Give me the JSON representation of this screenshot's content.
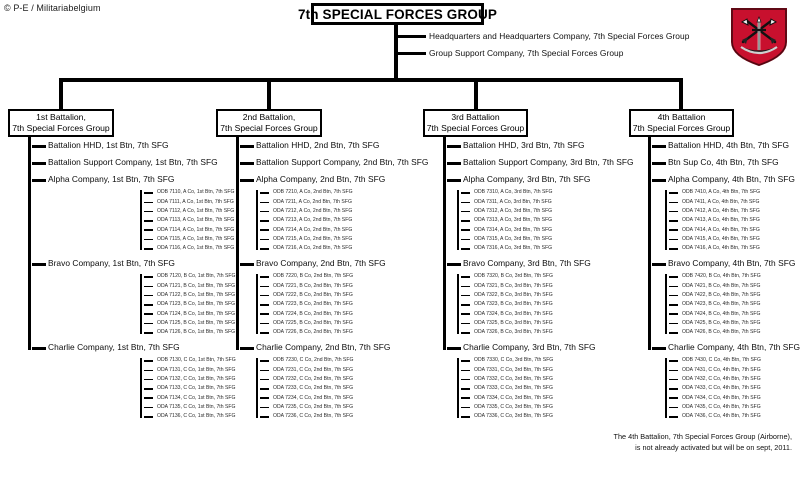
{
  "meta": {
    "copyright": "© P-E / Militariabelgium",
    "footnote_line1": "The 4th Battalion, 7th Special Forces Group (Airborne),",
    "footnote_line2": "is not already activated but will be on sept, 2011."
  },
  "colors": {
    "flash_red": "#C8102E",
    "flash_dark": "#8B0A1E",
    "line": "#000000",
    "text": "#0d0d0d"
  },
  "root": {
    "title": "7th SPECIAL FORCES GROUP",
    "direct_reports": [
      "Headquarters and Headquarters Company,  7th Special Forces Group",
      "Group Support Company,  7th Special Forces Group"
    ]
  },
  "insignia": {
    "name": "7th-sfg-beret-flash",
    "description": "Special Forces crest: crossed arrows, upright dagger and motto scroll on red shield"
  },
  "battalions": [
    {
      "id": "1st-battalion",
      "box_line1": "1st Battalion,",
      "box_line2": "7th Special Forces Group",
      "staff": [
        "Battalion HHD, 1st Btn, 7th SFG",
        "Battalion  Support Company, 1st Btn, 7th SFG"
      ],
      "companies": [
        {
          "name": "Alpha Company, 1st Btn, 7th SFG",
          "teams": [
            "ODB 7110, A Co, 1st Btn, 7th SFG",
            "ODA 7111, A Co, 1st Btn, 7th SFG",
            "ODA 7112, A Co, 1st Btn, 7th SFG",
            "ODA 7113, A Co, 1st Btn, 7th SFG",
            "ODA 7114, A Co, 1st Btn, 7th SFG",
            "ODA 7115, A Co, 1st Btn, 7th SFG",
            "ODA 7116, A Co, 1st Btn, 7th SFG"
          ]
        },
        {
          "name": "Bravo Company, 1st Btn, 7th SFG",
          "teams": [
            "ODB 7120, B Co, 1st Btn, 7th SFG",
            "ODA 7121, B Co, 1st Btn, 7th SFG",
            "ODA 7122, B Co, 1st Btn, 7th SFG",
            "ODA 7123, B Co, 1st Btn, 7th SFG",
            "ODA 7124, B Co, 1st Btn, 7th SFG",
            "ODA 7125, B Co, 1st Btn, 7th SFG",
            "ODA 7126, B Co, 1st Btn, 7th SFG"
          ]
        },
        {
          "name": "Charlie Company, 1st Btn, 7th SFG",
          "teams": [
            "ODB 7130, C Co, 1st Btn, 7th SFG",
            "ODA 7131, C Co, 1st Btn, 7th SFG",
            "ODA 7132, C Co, 1st Btn, 7th SFG",
            "ODA 7133, C Co, 1st Btn, 7th SFG",
            "ODA 7134, C Co, 1st Btn, 7th SFG",
            "ODA 7135, C Co, 1st Btn, 7th SFG",
            "ODA 7136, C Co, 1st Btn, 7th SFG"
          ]
        }
      ]
    },
    {
      "id": "2nd-battalion",
      "box_line1": "2nd Battalion,",
      "box_line2": "7th Special Forces Group",
      "staff": [
        "Battalion HHD, 2nd Btn, 7th SFG",
        "Battalion  Support Company, 2nd Btn, 7th SFG"
      ],
      "companies": [
        {
          "name": "Alpha Company, 2nd Btn, 7th SFG",
          "teams": [
            "ODB 7210, A Co, 2nd Btn, 7th SFG",
            "ODA 7211, A Co, 2nd Btn, 7th SFG",
            "ODA 7212, A Co, 2nd Btn, 7th SFG",
            "ODA 7213, A Co, 2nd Btn, 7th SFG",
            "ODA 7214, A Co, 2nd Btn, 7th SFG",
            "ODA 7215, A Co, 2nd Btn, 7th SFG",
            "ODA 7216, A Co, 2nd Btn, 7th SFG"
          ]
        },
        {
          "name": "Bravo Company, 2nd Btn, 7th SFG",
          "teams": [
            "ODB 7220, B Co, 2nd Btn, 7th SFG",
            "ODA 7221, B Co, 2nd Btn, 7th SFG",
            "ODA 7222, B Co, 2nd Btn, 7th SFG",
            "ODA 7223, B Co, 2nd Btn, 7th SFG",
            "ODA 7224, B Co, 2nd Btn, 7th SFG",
            "ODA 7225, B Co, 2nd Btn, 7th SFG",
            "ODA 7226, B Co, 2nd Btn, 7th SFG"
          ]
        },
        {
          "name": "Charlie Company, 2nd Btn, 7th SFG",
          "teams": [
            "ODB 7230, C Co, 2nd Btn, 7th SFG",
            "ODA 7231, C Co, 2nd Btn, 7th SFG",
            "ODA 7232, C Co, 2nd Btn, 7th SFG",
            "ODA 7233, C Co, 2nd Btn, 7th SFG",
            "ODA 7234, C Co, 2nd Btn, 7th SFG",
            "ODA 7235, C Co, 2nd Btn, 7th SFG",
            "ODA 7236, C Co, 2nd Btn, 7th SFG"
          ]
        }
      ]
    },
    {
      "id": "3rd-battalion",
      "box_line1": "3rd Battalion",
      "box_line2": "7th Special Forces Group",
      "staff": [
        "Battalion HHD,  3rd Btn, 7th SFG",
        "Battalion  Support Company, 3rd Btn,  7th SFG"
      ],
      "companies": [
        {
          "name": "Alpha Company, 3rd Btn, 7th SFG",
          "teams": [
            "ODB 7310, A Co, 3rd Btn, 7th SFG",
            "ODA 7311, A Co, 3rd Btn, 7th SFG",
            "ODA 7312, A Co, 3rd Btn, 7th SFG",
            "ODA 7313, A Co, 3rd Btn, 7th SFG",
            "ODA 7314, A Co, 3rd Btn, 7th SFG",
            "ODA 7315, A Co, 3rd Btn, 7th SFG",
            "ODA 7316, A Co, 3rd Btn, 7th SFG"
          ]
        },
        {
          "name": "Bravo Company, 3rd Btn, 7th SFG",
          "teams": [
            "ODB 7320, B Co, 3rd Btn, 7th SFG",
            "ODA 7321, B Co, 3rd Btn, 7th SFG",
            "ODA 7322, B Co, 3rd Btn, 7th SFG",
            "ODA 7323, B Co, 3rd Btn, 7th SFG",
            "ODA 7324, B Co, 3rd Btn, 7th SFG",
            "ODA 7325, B Co, 3rd Btn, 7th SFG",
            "ODA 7326, B Co, 3rd Btn, 7th SFG"
          ]
        },
        {
          "name": "Charlie Company, 3rd Btn, 7th SFG",
          "teams": [
            "ODB 7330, C Co, 3rd Btn, 7th SFG",
            "ODA 7331, C Co, 3rd Btn, 7th SFG",
            "ODA 7332, C Co, 3rd Btn, 7th SFG",
            "ODA 7333, C Co, 3rd Btn, 7th SFG",
            "ODA 7334, C Co, 3rd Btn, 7th SFG",
            "ODA 7335, C Co, 3rd Btn, 7th SFG",
            "ODA 7336, C Co, 3rd Btn, 7th SFG"
          ]
        }
      ]
    },
    {
      "id": "4th-battalion",
      "box_line1": "4th Battalion",
      "box_line2": "7th Special Forces Group",
      "staff": [
        "Battalion HHD, 4th Btn, 7th SFG",
        "Btn  Sup Co, 4th Btn, 7th SFG"
      ],
      "companies": [
        {
          "name": "Alpha Company, 4th Btn, 7th SFG",
          "teams": [
            "ODB 7410, A Co, 4th Btn, 7th SFG",
            "ODA 7411, A Co, 4th Btn, 7th SFG",
            "ODA 7412, A Co, 4th Btn, 7th SFG",
            "ODA 7413, A Co, 4th Btn, 7th SFG",
            "ODA 7414, A Co, 4th Btn, 7th SFG",
            "ODA 7415, A Co, 4th Btn, 7th SFG",
            "ODA 7416, A Co, 4th Btn, 7th SFG"
          ]
        },
        {
          "name": "Bravo Company, 4th Btn, 7th SFG",
          "teams": [
            "ODB 7420, B Co, 4th Btn, 7th SFG",
            "ODA 7421, B Co, 4th Btn, 7th SFG",
            "ODA 7422, B Co, 4th Btn, 7th SFG",
            "ODA 7423, B Co, 4th Btn, 7th SFG",
            "ODA 7424, B Co, 4th Btn, 7th SFG",
            "ODA 7425, B Co, 4th Btn, 7th SFG",
            "ODA 7426, B Co, 4th Btn, 7th SFG"
          ]
        },
        {
          "name": "Charlie Company, 4th Btn, 7th SFG",
          "teams": [
            "ODB 7430, C Co, 4th Btn, 7th SFG",
            "ODA 7431, C Co, 4th Btn, 7th SFG",
            "ODA 7432, C Co, 4th Btn, 7th SFG",
            "ODA 7433, C Co, 4th Btn, 7th SFG",
            "ODA 7434, C Co, 4th Btn, 7th SFG",
            "ODA 7435, C Co, 4th Btn, 7th SFG",
            "ODA 7436, C Co, 4th Btn, 7th SFG"
          ]
        }
      ]
    }
  ]
}
